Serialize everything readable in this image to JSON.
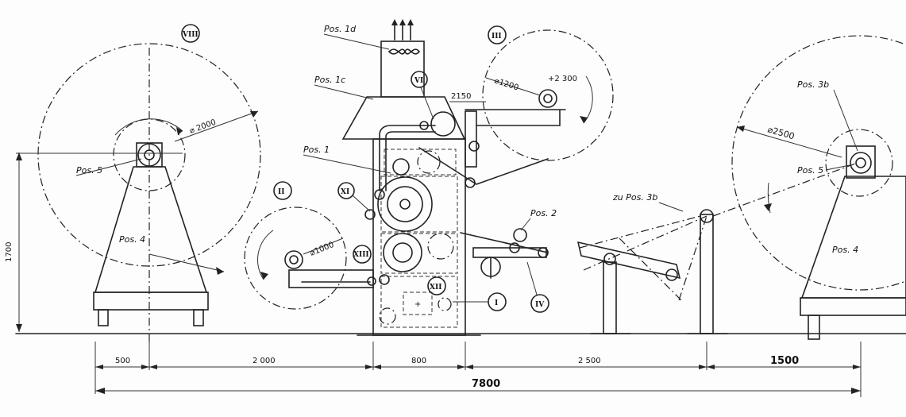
{
  "labels": {
    "pos_1d": "Pos. 1d",
    "pos_1c": "Pos. 1c",
    "pos_1": "Pos. 1",
    "pos_2": "Pos. 2",
    "pos_3b_right": "Pos. 3b",
    "zu_pos_3b": "zu Pos. 3b",
    "pos_4_left": "Pos. 4",
    "pos_4_right": "Pos. 4",
    "pos_5_left": "Pos. 5",
    "pos_5_right": "Pos. 5"
  },
  "roman_markers": {
    "viii": "VIII",
    "vi": "VI",
    "iii": "III",
    "ii": "II",
    "xi": "XI",
    "xiii": "XIII",
    "xii": "XII",
    "i": "I",
    "iv": "IV"
  },
  "dimensions": {
    "dia_2000": "⌀ 2000",
    "dia_1200": "⌀1200",
    "plus_2300": "+2 300",
    "dim_2150": "2150",
    "dia_2500": "⌀2500",
    "dia_1000": "⌀1000",
    "height_1700": "1700",
    "seg_500": "500",
    "seg_2000": "2 000",
    "seg_800": "800",
    "seg_2500": "2 500",
    "seg_1500": "1500",
    "total_7800": "7800"
  }
}
